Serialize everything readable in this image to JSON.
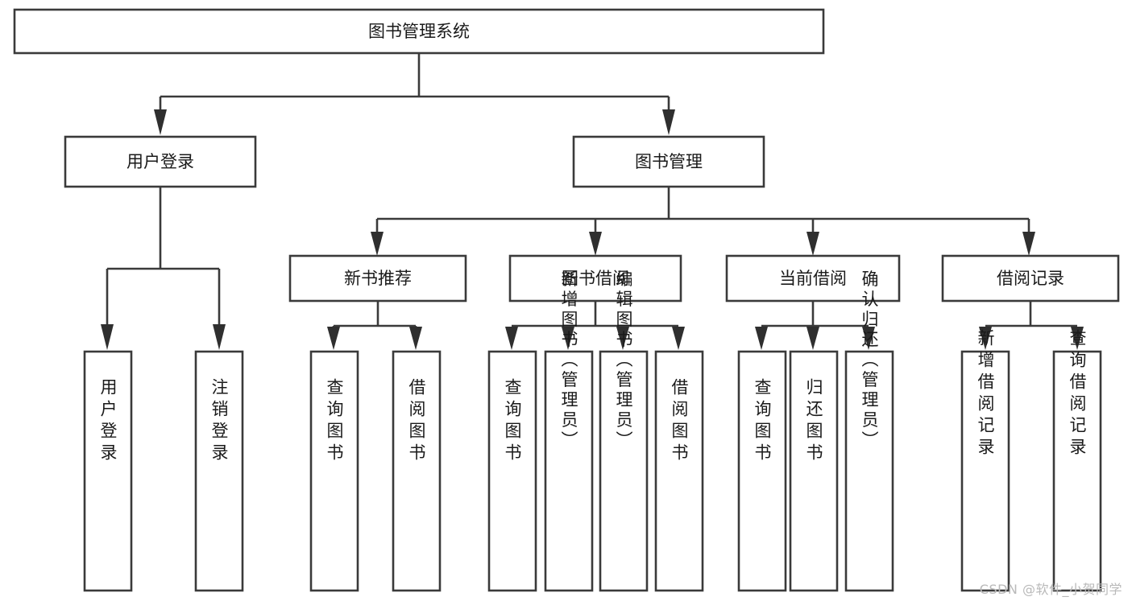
{
  "diagram": {
    "type": "tree",
    "title": "图书管理系统",
    "root": {
      "id": "root",
      "label": "图书管理系统"
    },
    "level2": [
      {
        "id": "user-login",
        "label": "用户登录"
      },
      {
        "id": "book-manage",
        "label": "图书管理"
      }
    ],
    "level3": [
      {
        "id": "new-book-recommend",
        "label": "新书推荐",
        "parent": "book-manage"
      },
      {
        "id": "book-borrow",
        "label": "图书借阅",
        "parent": "book-manage"
      },
      {
        "id": "current-borrow",
        "label": "当前借阅",
        "parent": "book-manage"
      },
      {
        "id": "borrow-record",
        "label": "借阅记录",
        "parent": "book-manage"
      }
    ],
    "leaves": {
      "user-login": [
        {
          "id": "leaf-user-login",
          "label": "用户登录"
        },
        {
          "id": "leaf-logout-login",
          "label": "注销登录"
        }
      ],
      "new-book-recommend": [
        {
          "id": "leaf-query-book-1",
          "label": "查询图书"
        },
        {
          "id": "leaf-borrow-book-1",
          "label": "借阅图书"
        }
      ],
      "book-borrow": [
        {
          "id": "leaf-query-book-2",
          "label": "查询图书"
        },
        {
          "id": "leaf-add-book",
          "label": "新增图书（管理员）"
        },
        {
          "id": "leaf-edit-book",
          "label": "编辑图书（管理员）"
        },
        {
          "id": "leaf-borrow-book-2",
          "label": "借阅图书"
        }
      ],
      "current-borrow": [
        {
          "id": "leaf-query-book-3",
          "label": "查询图书"
        },
        {
          "id": "leaf-return-book",
          "label": "归还图书"
        },
        {
          "id": "leaf-confirm-return",
          "label": "确认归还（管理员）"
        }
      ],
      "borrow-record": [
        {
          "id": "leaf-add-record",
          "label": "新增借阅记录"
        },
        {
          "id": "leaf-query-record",
          "label": "查询借阅记录"
        }
      ]
    },
    "colors": {
      "box_stroke": "#3a3a3a",
      "box_fill": "#ffffff",
      "connector": "#3a3a3a",
      "text": "#1a1a1a",
      "background": "#ffffff",
      "watermark": "#b9b9b9"
    }
  },
  "watermark": {
    "text": "CSDN @软件_小贺同学"
  }
}
